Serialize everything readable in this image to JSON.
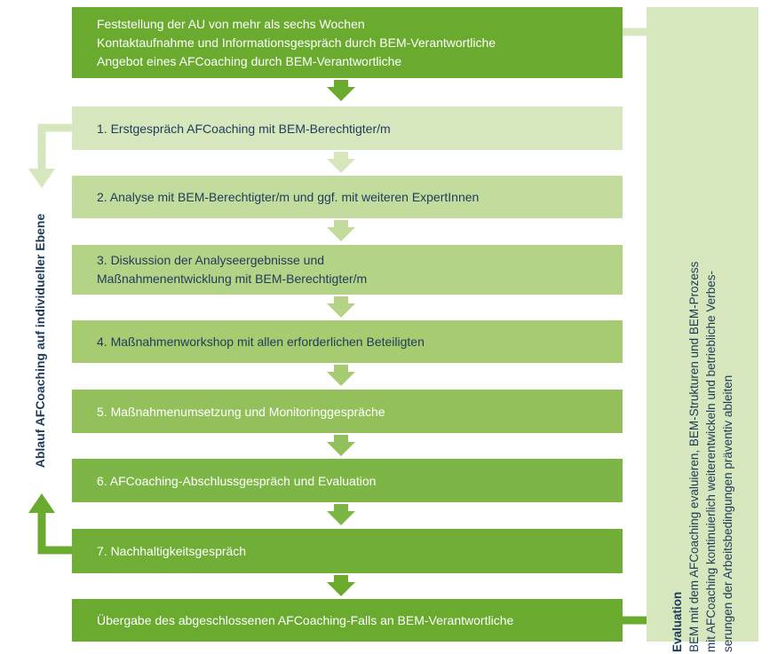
{
  "top_box": {
    "lines": "Feststellung der AU von mehr als sechs Wochen\nKontaktaufnahme und Informationsgespräch durch BEM-Verantwortliche\nAngebot eines AFCoaching durch BEM-Verantwortliche"
  },
  "steps": [
    {
      "label": "1. Erstgespräch AFCoaching mit BEM-Berechtigter/m"
    },
    {
      "label": "2. Analyse mit BEM-Berechtigter/m und ggf. mit weiteren ExpertInnen"
    },
    {
      "label": "3. Diskussion der Analyseergebnisse und\n   Maßnahmenentwicklung mit BEM-Berechtigter/m"
    },
    {
      "label": "4. Maßnahmenworkshop mit allen erforderlichen Beteiligten"
    },
    {
      "label": "5. Maßnahmenumsetzung und Monitoringgespräche"
    },
    {
      "label": "6. AFCoaching-Abschlussgespräch und Evaluation"
    },
    {
      "label": "7. Nachhaltigkeitsgespräch"
    }
  ],
  "bottom_box": {
    "label": "Übergabe des abgeschlossenen AFCoaching-Falls an BEM-Verantwortliche"
  },
  "left_label": "Ablauf AFCoaching auf individueller Ebene",
  "evaluation": {
    "title": "Evaluation",
    "line1": "BEM mit dem AFCoaching evaluieren, BEM-Strukturen und BEM-Prozess",
    "line2": "mit AFCoaching kontinuierlich weiterentwickeln und betriebliche Verbes-",
    "line3": "serungen der Arbeitsbedingungen präventiv ableiten"
  },
  "colors": {
    "dark_green": "#6aaa2e",
    "light_green": "#d6e7bd",
    "text_blue": "#1f3b5a"
  }
}
